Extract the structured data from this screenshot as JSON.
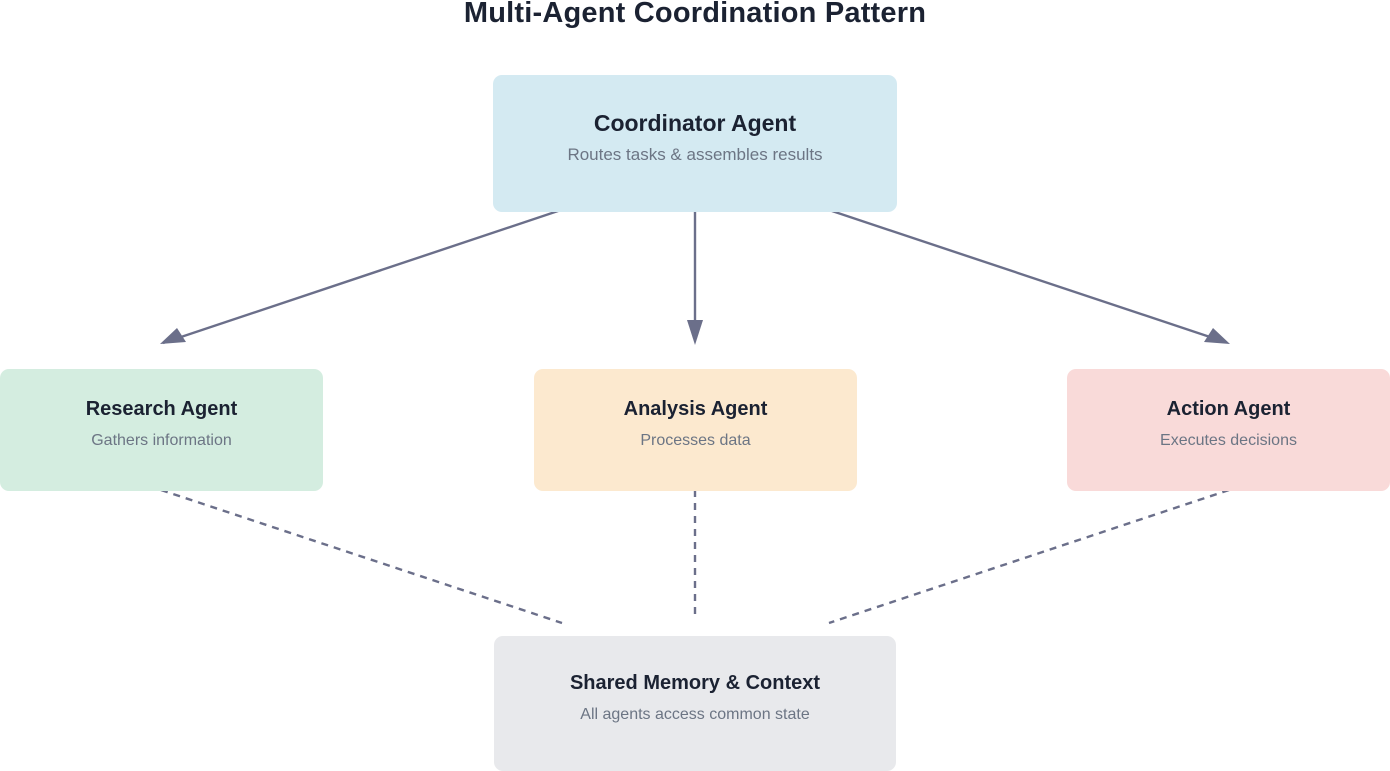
{
  "title": "Multi-Agent Coordination Pattern",
  "colors": {
    "coordinator_fill": "#d4eaf2",
    "research_fill": "#d4ede0",
    "analysis_fill": "#fce9cf",
    "action_fill": "#f9dad9",
    "memory_fill": "#e8e9ec",
    "connector": "#6b6f8a",
    "title_text": "#1b2232",
    "subtitle_text": "#6c7584"
  },
  "nodes": {
    "coordinator": {
      "title": "Coordinator Agent",
      "subtitle": "Routes tasks & assembles results"
    },
    "research": {
      "title": "Research Agent",
      "subtitle": "Gathers information"
    },
    "analysis": {
      "title": "Analysis Agent",
      "subtitle": "Processes data"
    },
    "action": {
      "title": "Action Agent",
      "subtitle": "Executes decisions"
    },
    "memory": {
      "title": "Shared Memory & Context",
      "subtitle": "All agents access common state"
    }
  },
  "edges": [
    {
      "from": "coordinator",
      "to": "research",
      "style": "solid-arrow"
    },
    {
      "from": "coordinator",
      "to": "analysis",
      "style": "solid-arrow"
    },
    {
      "from": "coordinator",
      "to": "action",
      "style": "solid-arrow"
    },
    {
      "from": "research",
      "to": "memory",
      "style": "dashed"
    },
    {
      "from": "analysis",
      "to": "memory",
      "style": "dashed"
    },
    {
      "from": "action",
      "to": "memory",
      "style": "dashed"
    }
  ]
}
